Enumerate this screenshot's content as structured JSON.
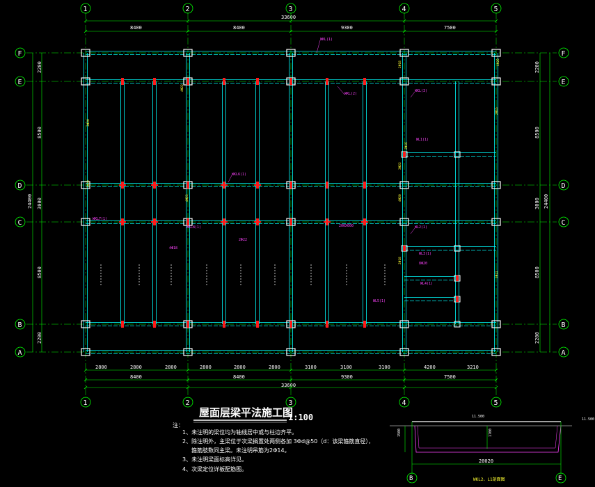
{
  "axes": {
    "vertical": [
      "1",
      "2",
      "3",
      "4",
      "5"
    ],
    "horizontal": [
      "F",
      "E",
      "D",
      "C",
      "B",
      "A"
    ]
  },
  "dimensions": {
    "top_overall": "33600",
    "top_bays": [
      "8400",
      "8400",
      "9300",
      "7500"
    ],
    "bottom_sub": [
      "2800",
      "2800",
      "2800",
      "2800",
      "2800",
      "2800",
      "3100",
      "3100",
      "3100",
      "4200",
      "3210"
    ],
    "bottom_bays": [
      "8400",
      "8400",
      "9300",
      "7500"
    ],
    "bottom_overall": "33600",
    "left_overall": "24400",
    "right_overall": "24400",
    "side_spans": [
      "2200",
      "8500",
      "3000",
      "8500",
      "2200"
    ]
  },
  "annotations": {
    "magenta": [
      "WKL(1)",
      "WKL(2)",
      "WKL(3)",
      "WL1(1)",
      "WL2(1)",
      "WKL6(1)",
      "WKL7(1)",
      "WKL8(1)",
      "WL3(1)",
      "WL4(1)",
      "WL5(1)",
      "200X600",
      "2Φ22",
      "4Φ18",
      "8Φ20"
    ],
    "yellow": [
      "3Φ20",
      "4Φ22",
      "2Φ18",
      "3Φ22",
      "4Φ20",
      "2Φ16"
    ]
  },
  "title": {
    "main": "屋面层梁平法施工图",
    "scale": "1:100"
  },
  "notes": {
    "heading": "注：",
    "lines": [
      "1、未注明的梁位均为轴线居中或与柱边齐平。",
      "2、除注明外，主梁位于次梁搁置处两侧各加 3Φd@50（d：该梁箍筋直径），",
      "箍筋肢数同主梁。未注明吊筋为2Φ14。",
      "3、未注明梁面标高详见。",
      "4、次梁定位详板配筋图。"
    ]
  },
  "section": {
    "label": "WKL2、L1剖面图",
    "span": "20020",
    "left_height": "1500",
    "mid_height": "1700",
    "elev_left": "11.500",
    "elev_right": "11.500",
    "axis_left": "B",
    "axis_right": "E"
  },
  "colors": {
    "background": "#000000",
    "grid": "#00ff00",
    "beam": "#00ffff",
    "column": "#ffffff",
    "support": "#ff0000",
    "annotation": "#ff44ff",
    "rebar_text": "#ffff33"
  }
}
